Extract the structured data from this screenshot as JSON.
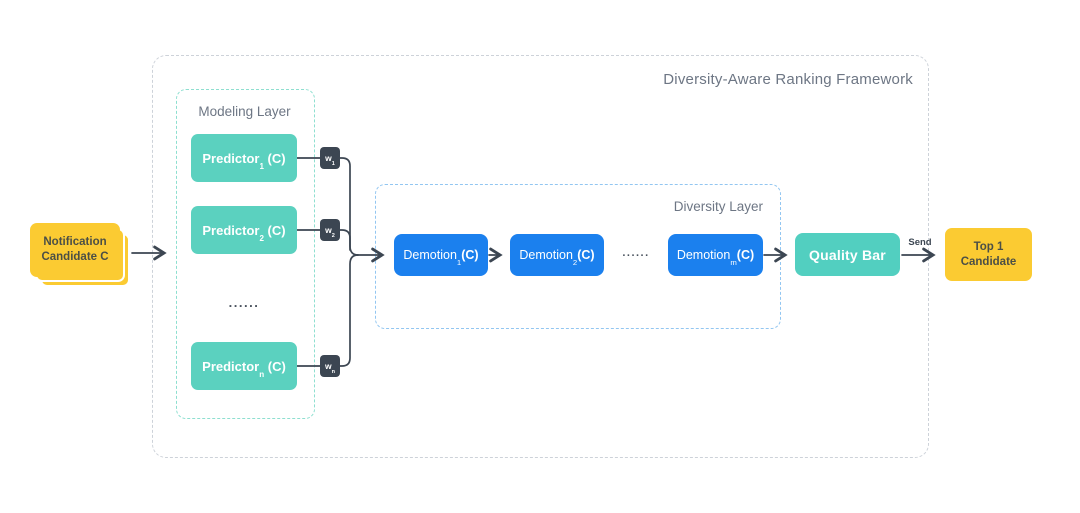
{
  "title": "Diversity-Aware Ranking Framework",
  "colors": {
    "teal": "#5bd1bf",
    "teal2": "#52cfc0",
    "teal_dash": "#8edfd0",
    "blue": "#1b80ee",
    "blue_dash": "#92c6f1",
    "yellow": "#fbcb32",
    "dark": "#3c4652",
    "gray_dash": "#cdd2d9",
    "label_gray": "#6d7684",
    "card_text": "#4b4f46",
    "dots": "#4a535e"
  },
  "input_stack": {
    "line1": "Notification",
    "line2": "Candidate C"
  },
  "modeling_layer": {
    "label": "Modeling Layer",
    "ellipsis": "......",
    "predictors": [
      {
        "base": "Predictor",
        "sub": "1",
        "suffix": " (C)"
      },
      {
        "base": "Predictor",
        "sub": "2",
        "suffix": " (C)"
      },
      {
        "base": "Predictor",
        "sub": "n",
        "suffix": " (C)"
      }
    ],
    "weights": [
      {
        "base": "w",
        "sub": "1"
      },
      {
        "base": "w",
        "sub": "2"
      },
      {
        "base": "w",
        "sub": "n"
      }
    ]
  },
  "diversity_layer": {
    "label": "Diversity Layer",
    "ellipsis": "......",
    "demotions": [
      {
        "base": "Demotion",
        "sub": "1",
        "suffix": "(C)"
      },
      {
        "base": "Demotion",
        "sub": "2",
        "suffix": "(C)"
      },
      {
        "base": "Demotion",
        "sub": "m",
        "suffix": "(C)"
      }
    ]
  },
  "quality_bar": {
    "label": "Quality Bar"
  },
  "send_label": "Send",
  "output": {
    "line1": "Top 1",
    "line2": "Candidate"
  }
}
